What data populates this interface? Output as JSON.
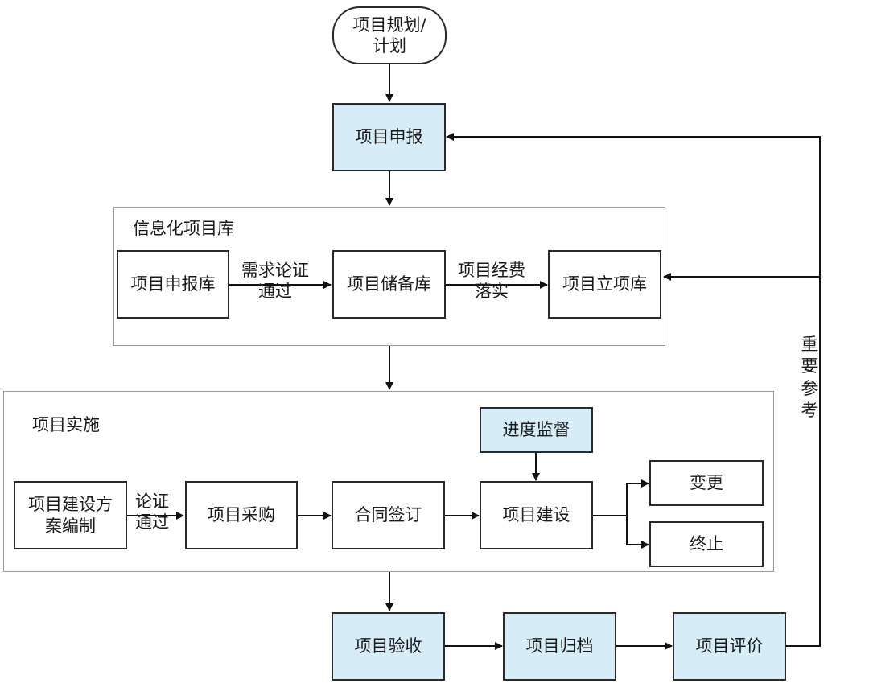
{
  "diagram": {
    "start": {
      "line1": "项目规划/",
      "line2": "计划"
    },
    "apply": "项目申报",
    "library_group": {
      "title": "信息化项目库",
      "apply_lib": "项目申报库",
      "reserve_lib": "项目储备库",
      "approved_lib": "项目立项库",
      "edge1": {
        "line1": "需求论证",
        "line2": "通过"
      },
      "edge2": {
        "line1": "项目经费",
        "line2": "落实"
      }
    },
    "impl_group": {
      "title": "项目实施",
      "plan": {
        "line1": "项目建设方",
        "line2": "案编制"
      },
      "edge_plan": {
        "line1": "论证",
        "line2": "通过"
      },
      "procure": "项目采购",
      "contract": "合同签订",
      "build": "项目建设",
      "monitor": "进度监督",
      "change": "变更",
      "terminate": "终止"
    },
    "accept": "项目验收",
    "archive": "项目归档",
    "evaluate": "项目评价",
    "feedback_label": [
      "重",
      "要",
      "参",
      "考"
    ],
    "colors": {
      "highlight_fill": "#d6edf8",
      "stroke": "#2a2a2a",
      "group_border": "#9a9a9a"
    }
  }
}
